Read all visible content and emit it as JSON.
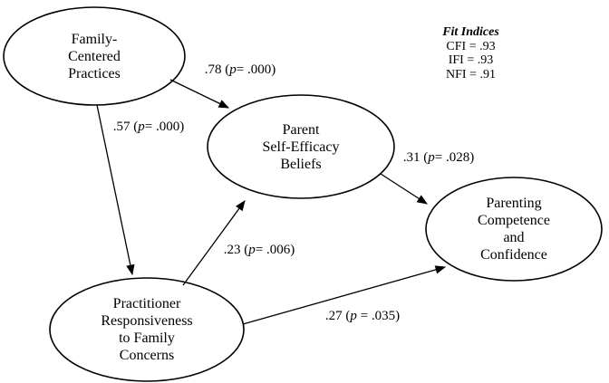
{
  "figure": {
    "background_color": "#ffffff",
    "line_color": "#000000",
    "text_color": "#000000"
  },
  "nodes": {
    "family_centered_practices": {
      "lines": [
        "Family-",
        "Centered",
        "Practices"
      ]
    },
    "parent_self_efficacy_beliefs": {
      "lines": [
        "Parent",
        "Self-Efficacy",
        "Beliefs"
      ]
    },
    "practitioner_responsiveness": {
      "lines": [
        "Practitioner",
        "Responsiveness",
        "to Family",
        "Concerns"
      ]
    },
    "parenting_competence_confidence": {
      "lines": [
        "Parenting",
        "Competence",
        "and",
        "Confidence"
      ]
    }
  },
  "paths": {
    "fcp_to_pse": {
      "before": ".78 (",
      "p": "p",
      "after": "= .000)"
    },
    "fcp_to_pr": {
      "before": ".57 (",
      "p": "p",
      "after": "= .000)"
    },
    "pse_to_pcc": {
      "before": ".31 (",
      "p": "p",
      "after": "= .028)"
    },
    "pr_to_pse": {
      "before": ".23 (",
      "p": "p",
      "after": "= .006)"
    },
    "pr_to_pcc": {
      "before": ".27 (",
      "p": "p",
      "after": " = .035)"
    }
  },
  "fit_indices": {
    "title": "Fit Indices",
    "cfi": "CFI = .93",
    "ifi": "IFI = .93",
    "nfi": "NFI = .91"
  }
}
